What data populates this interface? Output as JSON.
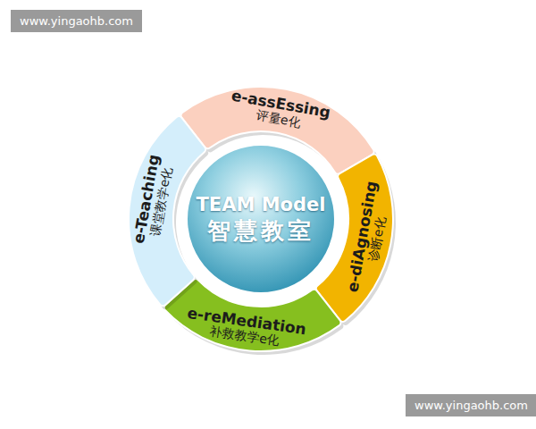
{
  "diagram": {
    "nodes": [
      {
        "text": [
          "e-assEssing",
          "评量e化"
        ]
      },
      {
        "text": [
          "e-diAgnosing",
          "诊断e化"
        ]
      },
      {
        "text": [
          "e-reMediation",
          "补救教学e化"
        ]
      },
      {
        "text": [
          "e-Teaching",
          "课堂教学e化"
        ]
      },
      {
        "text": [
          "TEAM Model",
          "智慧教室"
        ]
      }
    ],
    "labels": [
      "www.yingaohb.com",
      "www.yingaohb.com"
    ]
  }
}
